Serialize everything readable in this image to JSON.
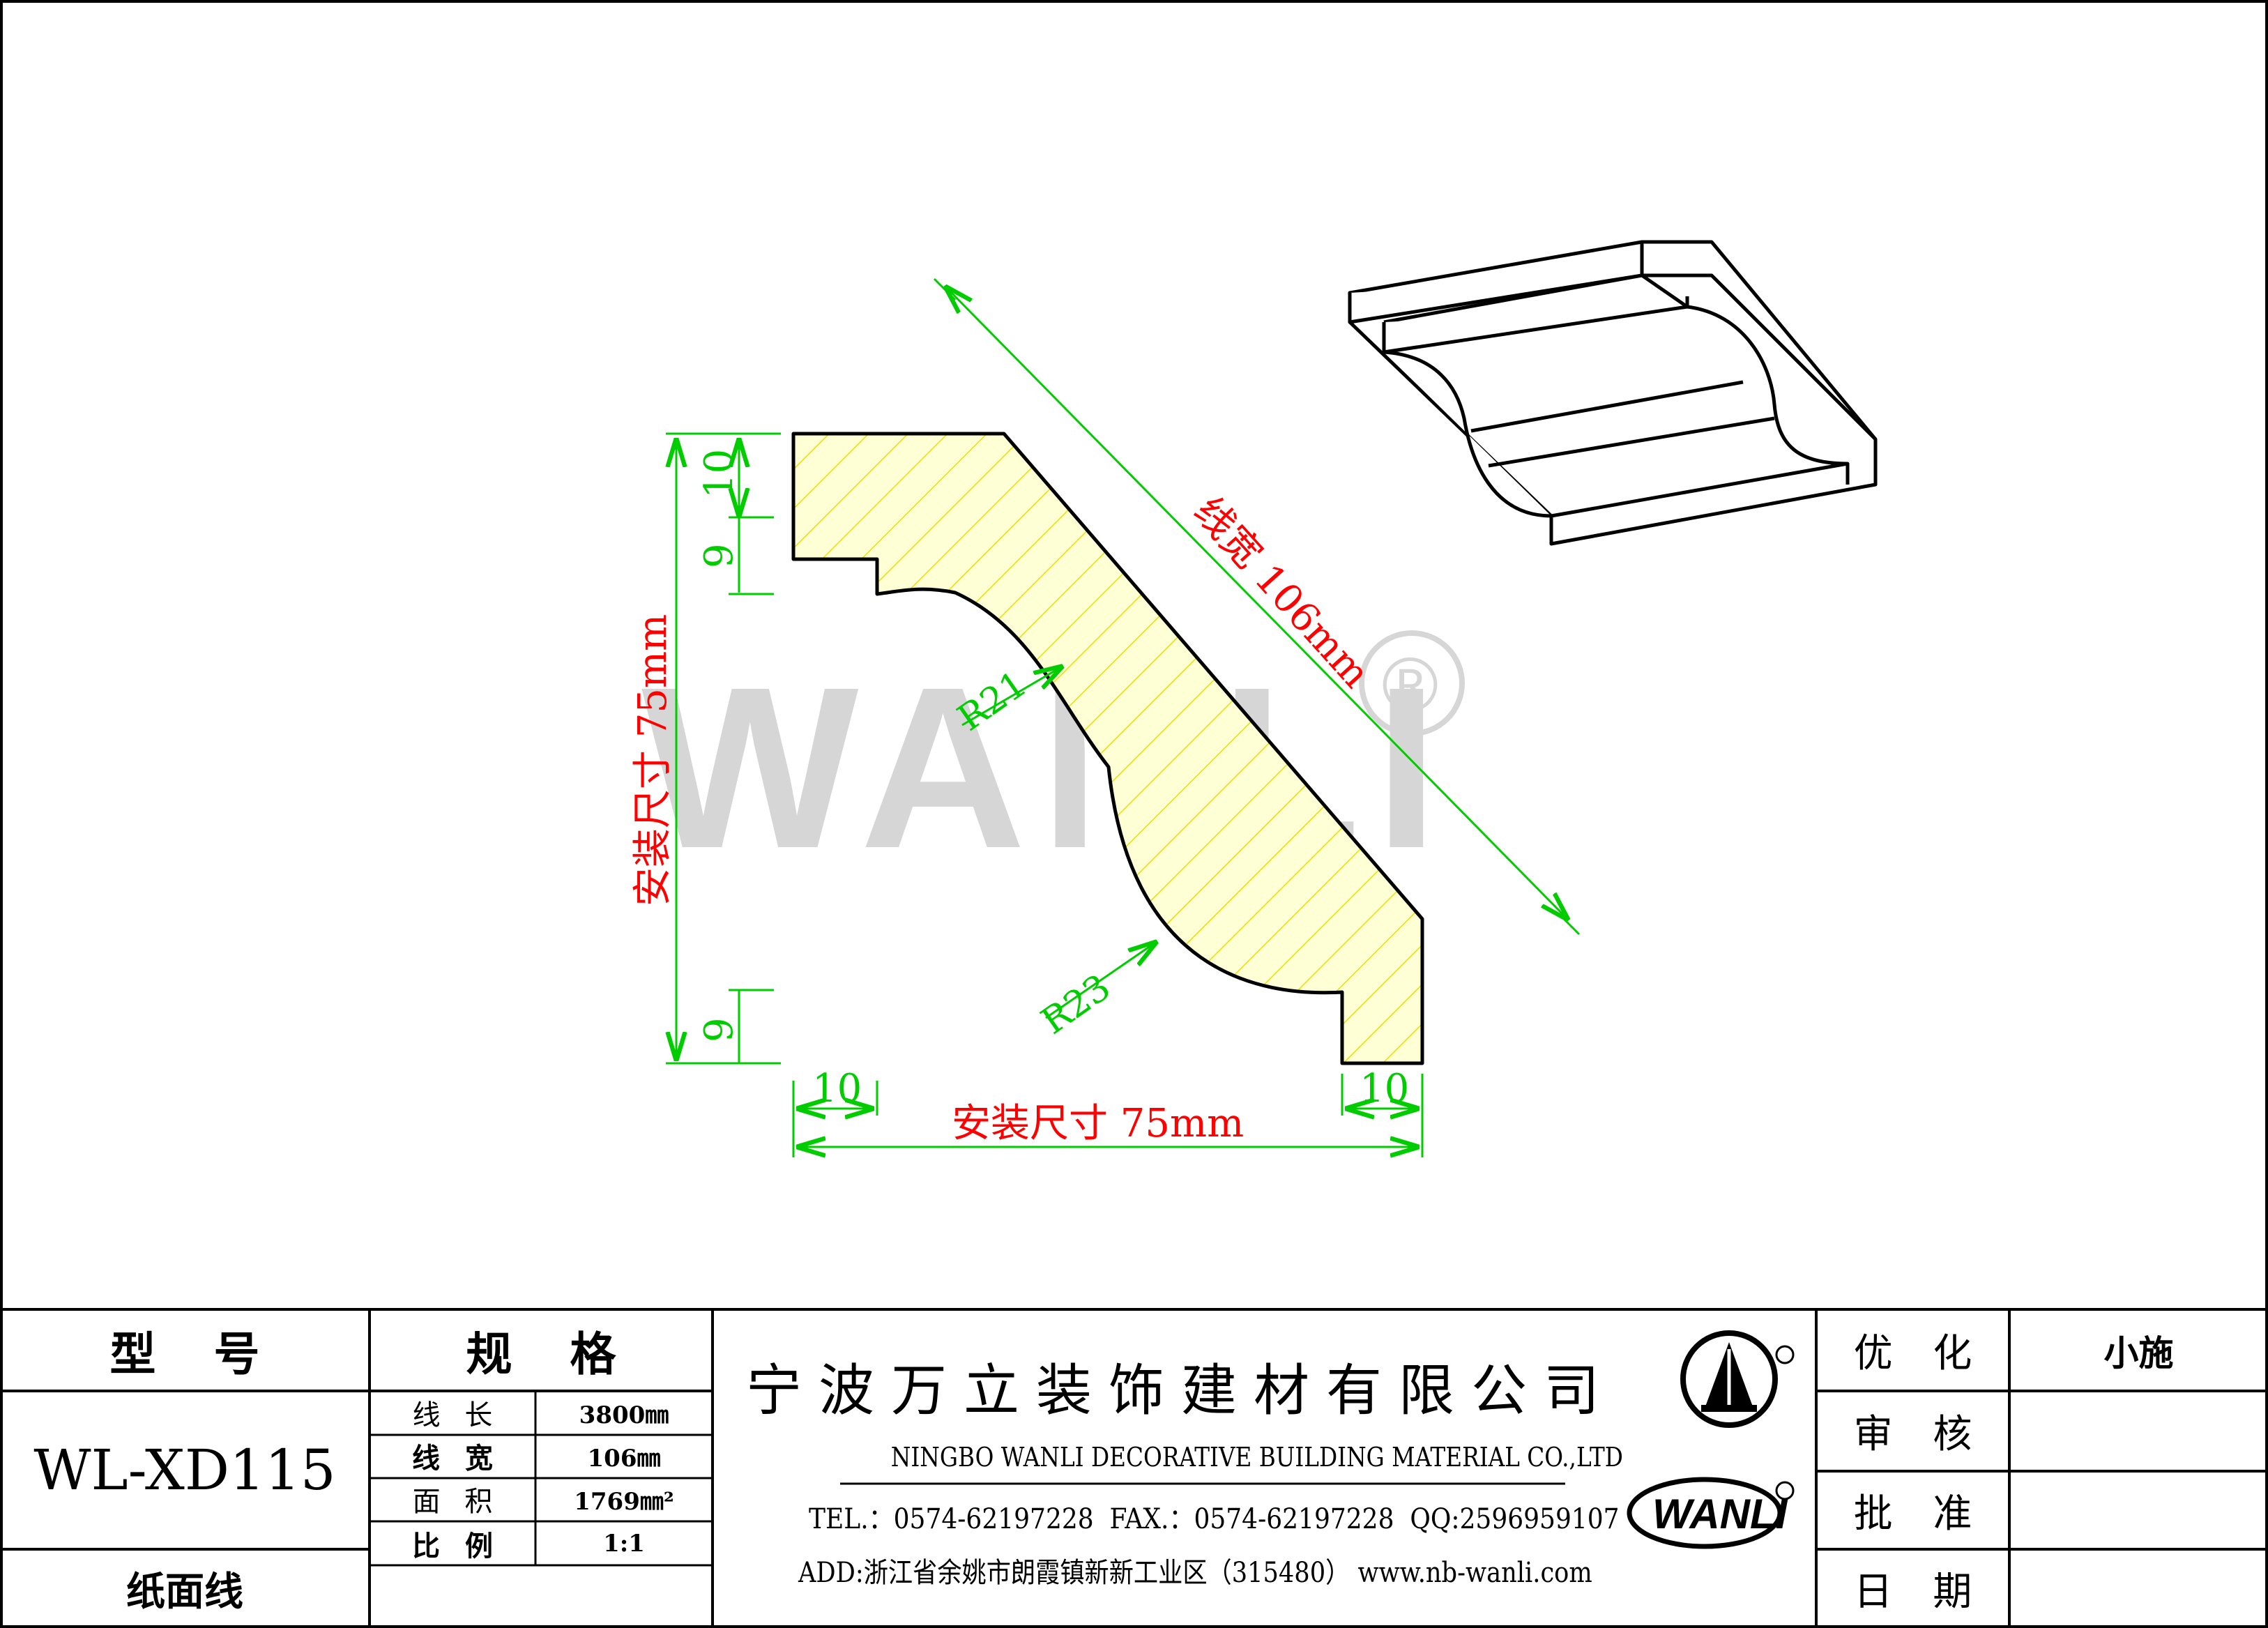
{
  "watermark": {
    "text": "WANLI",
    "mark": "®"
  },
  "dimensions": {
    "diagonal_label": "线宽 106mm",
    "height_label": "安装尺寸 75mm",
    "width_label": "安装尺寸 75mm",
    "step_top": "10",
    "step_second": "9",
    "step_bottom": "9",
    "foot_left": "10",
    "foot_right": "10",
    "radius_upper": "R21",
    "radius_lower": "R23"
  },
  "title_block": {
    "model_header": "型 号",
    "model_value": "WL-XD115",
    "category": "纸面线",
    "spec_header": "规 格",
    "specs": [
      {
        "label": "线 长",
        "value": "3800㎜"
      },
      {
        "label": "线 宽",
        "value": "106㎜"
      },
      {
        "label": "面 积",
        "value": "1769㎜²"
      },
      {
        "label": "比 例",
        "value": "1:1"
      }
    ],
    "company_cn": "宁波万立装饰建材有限公司",
    "company_en": "NINGBO WANLI DECORATIVE BUILDING MATERIAL CO.,LTD",
    "contact": "TEL.：0574-62197228  FAX.：0574-62197228  QQ:2596959107",
    "address": "ADD:浙江省余姚市朗霞镇新新工业区（315480） www.nb-wanli.com",
    "brand": "WANLI",
    "registered": "®",
    "approvals": [
      {
        "label": "优 化",
        "value": "小施"
      },
      {
        "label": "审 核",
        "value": ""
      },
      {
        "label": "批 准",
        "value": ""
      },
      {
        "label": "日 期",
        "value": ""
      }
    ]
  },
  "colors": {
    "dimension": "#00cc00",
    "dimension_text": "#ff0000",
    "hatch": "#e8e000",
    "fill": "#ffffd6",
    "line": "#000000"
  }
}
